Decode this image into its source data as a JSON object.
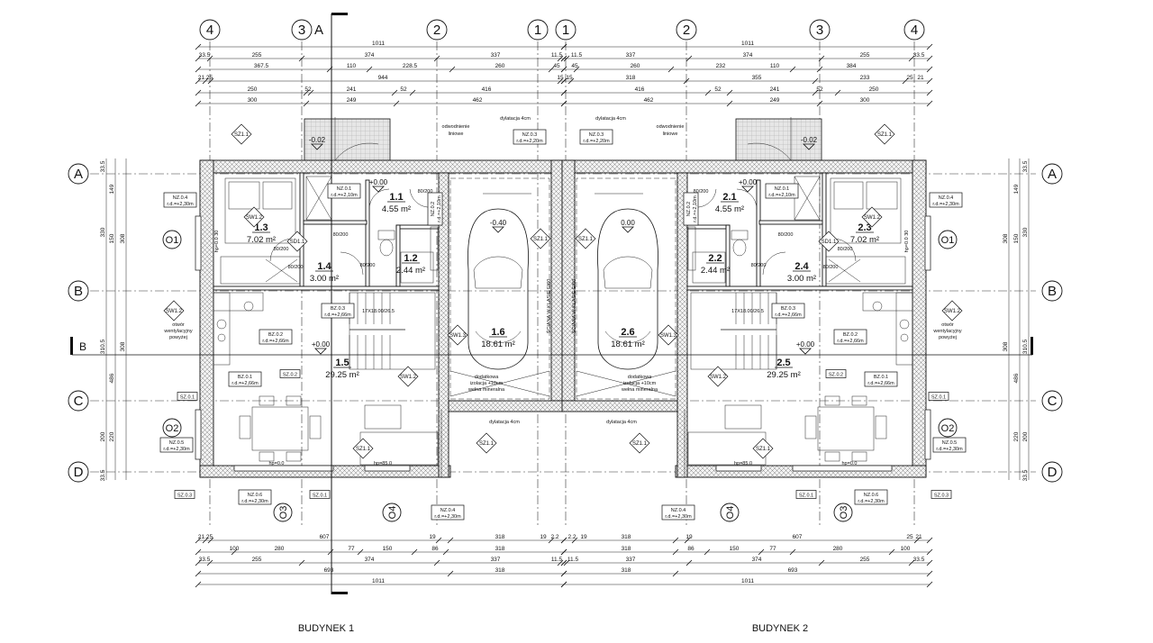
{
  "section_marks": {
    "a": "A",
    "b": "B"
  },
  "grid_axes": {
    "top_b1": [
      "4",
      "3",
      "2",
      "1"
    ],
    "top_b2": [
      "1",
      "2",
      "3",
      "4"
    ],
    "left": [
      "A",
      "B",
      "C",
      "D"
    ],
    "right": [
      "A",
      "B",
      "C",
      "D"
    ],
    "bottom_b1": [
      "O3",
      "O4"
    ],
    "bottom_b2": [
      "O4",
      "O3"
    ],
    "windows_b1": [
      "O1",
      "O2"
    ],
    "windows_b2": [
      "O1",
      "O2"
    ]
  },
  "buildings": [
    {
      "label": "BUDYNEK 1",
      "rooms": [
        {
          "num": "1.1",
          "area": "4.55 m²"
        },
        {
          "num": "1.2",
          "area": "2.44 m²"
        },
        {
          "num": "1.3",
          "area": "7.02 m²"
        },
        {
          "num": "1.4",
          "area": "3.00 m²"
        },
        {
          "num": "1.5",
          "area": "29.25 m²"
        },
        {
          "num": "1.6",
          "area": "18.61 m²"
        }
      ],
      "elevations": [
        "-0.02",
        "+0.00",
        "-0.40",
        "+0.00"
      ],
      "tags": [
        [
          "NZ.0.4",
          "r.d.=+2,30m"
        ],
        [
          "NZ.0.1",
          "r.d.=+2,10m"
        ],
        [
          "NZ.0.3",
          "r.d.=+2,20m"
        ],
        [
          "NZ.0.2",
          "r.d.=+2,10m"
        ],
        [
          "BZ.0.3",
          "r.d.=+2,66m"
        ],
        [
          "BZ.0.2",
          "r.d.=+2,66m"
        ],
        [
          "BZ.0.1",
          "r.d.=+2,66m"
        ],
        [
          "SZ.0.2"
        ],
        [
          "SZ.0.1"
        ],
        [
          "NZ.0.5",
          "r.d.=+2,30m"
        ],
        [
          "SZ.0.3"
        ],
        [
          "NZ.0.6",
          "r.d.=+2,30m"
        ],
        [
          "SZ.0.1"
        ],
        [
          "NZ.0.4",
          "r.d.=+2,30m"
        ]
      ],
      "diamonds": [
        "SZ1.1",
        "SW1.2",
        "SD1.1",
        "SZ1.1",
        "SW1.3",
        "SW1.2",
        "SW1.2",
        "SZ1.1",
        "SZ1.1"
      ],
      "notes": [
        "odwodnienie",
        "liniowe",
        "dylatacja 4cm",
        "dodatkowa",
        "izolacja +10cm",
        "wełna mineralna",
        "dylatacja 4cm",
        "otwór",
        "wentylacyjny",
        "powyżej",
        "hp=0.0",
        "hp=85.0",
        "ŚCIANA W KLASIE EI60",
        "17X18.00/26.5",
        "hp=0.0 30"
      ],
      "door_labels": [
        "80/200",
        "80/200",
        "80/200",
        "80/200",
        "80/200"
      ],
      "dims_top": [
        [
          "1011"
        ],
        [
          "33.5",
          "255",
          "374",
          "337",
          "11.5"
        ],
        [
          "367.5",
          "110",
          "228.5",
          "260",
          "45"
        ],
        [
          "21.25",
          "944",
          "15"
        ],
        [
          "250",
          "52",
          "241",
          "52",
          "416"
        ],
        [
          "300",
          "249",
          "462"
        ]
      ],
      "dims_bottom": [
        [
          "21.25",
          "607",
          "19",
          "318",
          "19",
          "2.2"
        ],
        [
          "100",
          "280",
          "77",
          "150",
          "86",
          "318"
        ],
        [
          "33.5",
          "255",
          "374",
          "337",
          "11.5"
        ],
        [
          "693",
          "318"
        ],
        [
          "1011"
        ]
      ]
    },
    {
      "label": "BUDYNEK 2",
      "rooms": [
        {
          "num": "2.1",
          "area": "4.55 m²"
        },
        {
          "num": "2.2",
          "area": "2.44 m²"
        },
        {
          "num": "2.3",
          "area": "7.02 m²"
        },
        {
          "num": "2.4",
          "area": "3.00 m²"
        },
        {
          "num": "2.5",
          "area": "29.25 m²"
        },
        {
          "num": "2.6",
          "area": "18.61 m²"
        }
      ],
      "elevations": [
        "-0.02",
        "+0.00",
        "0.00",
        "+0.00"
      ],
      "tags": [
        [
          "NZ.0.4",
          "r.d.=+2,30m"
        ],
        [
          "NZ.0.1",
          "r.d.=+2,10m"
        ],
        [
          "NZ.0.3",
          "r.d.=+2,20m"
        ],
        [
          "NZ.0.2",
          "r.d.=+2,10m"
        ],
        [
          "BZ.0.3",
          "r.d.=+2,66m"
        ],
        [
          "BZ.0.2",
          "r.d.=+2,66m"
        ],
        [
          "BZ.0.1",
          "r.d.=+2,66m"
        ],
        [
          "SZ.0.2"
        ],
        [
          "SZ.0.1"
        ],
        [
          "NZ.0.5",
          "r.d.=+2,30m"
        ],
        [
          "SZ.0.3"
        ],
        [
          "NZ.0.6",
          "r.d.=+2,30m"
        ],
        [
          "SZ.0.1"
        ],
        [
          "NZ.0.4",
          "r.d.=+2,30m"
        ]
      ],
      "diamonds": [
        "SZ1.1",
        "SW1.2",
        "SD1.1",
        "SZ1.1",
        "SW1.3",
        "SW1.2",
        "SW1.2",
        "SZ1.1",
        "SZ1.1"
      ],
      "notes": [
        "odwodnienie",
        "liniowe",
        "dylatacja 4cm",
        "dodatkowa",
        "izolacja +10cm",
        "wełna mineralna",
        "dylatacja 4cm",
        "otwór",
        "wentylacyjny",
        "powyżej",
        "hp=0.0",
        "hp=85.0",
        "ŚCIANA W KLASIE EI60",
        "17X18.00/26.5",
        "hp=0.0 30"
      ],
      "door_labels": [
        "80/200",
        "80/200",
        "80/200",
        "80/200",
        "80/200"
      ],
      "dims_top": [
        [
          "1011"
        ],
        [
          "11.5",
          "337",
          "374",
          "255",
          "33.5"
        ],
        [
          "45",
          "260",
          "232",
          "110",
          "384"
        ],
        [
          "15",
          "318",
          "355",
          "233",
          "25",
          "21"
        ],
        [
          "416",
          "52",
          "241",
          "52",
          "250"
        ],
        [
          "462",
          "249",
          "300"
        ]
      ],
      "dims_bottom": [
        [
          "2.2",
          "19",
          "318",
          "19",
          "607",
          "25",
          "21"
        ],
        [
          "318",
          "86",
          "150",
          "77",
          "280",
          "100"
        ],
        [
          "11.5",
          "337",
          "374",
          "255",
          "33.5"
        ],
        [
          "318",
          "693"
        ],
        [
          "1011"
        ]
      ]
    }
  ],
  "dims_left": [
    [
      "33.5",
      "330",
      "310.5",
      "200",
      "33.5"
    ],
    [
      "149",
      "150",
      "486",
      "220"
    ],
    [
      "308",
      "308"
    ]
  ],
  "dims_right": [
    [
      "33.5",
      "330",
      "310.5",
      "200",
      "33.5"
    ],
    [
      "149",
      "150",
      "486",
      "220"
    ],
    [
      "308",
      "308"
    ]
  ]
}
